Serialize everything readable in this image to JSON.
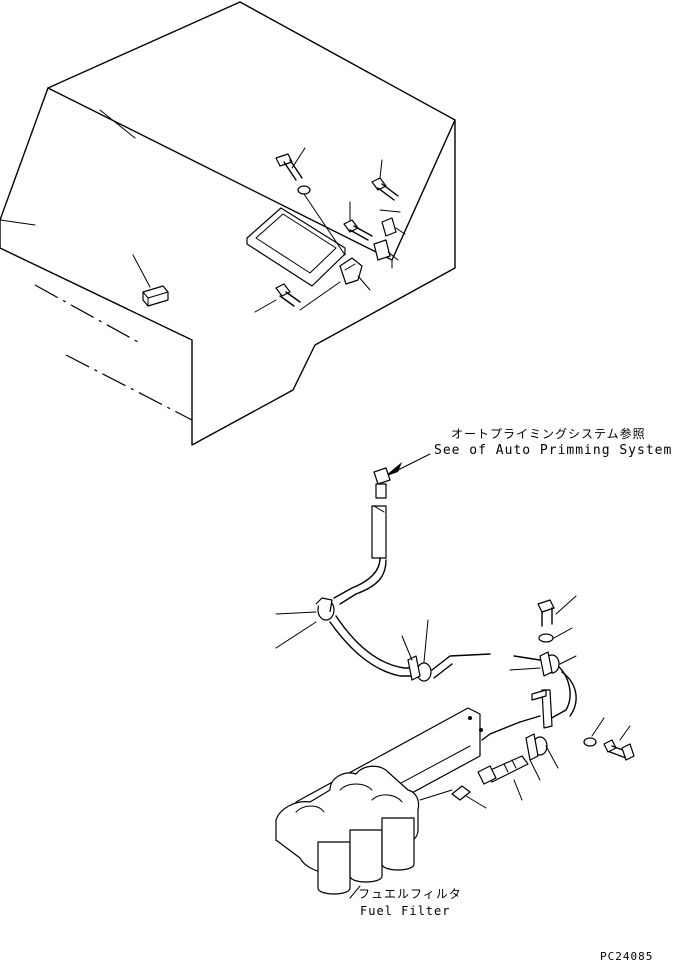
{
  "labels": {
    "auto_priming_ja": "オートプライミングシステム参照",
    "auto_priming_en": "See of Auto Primming System",
    "fuel_filter_ja": "フュエルフィルタ",
    "fuel_filter_en": "Fuel Filter",
    "drawing_number": "PC24085"
  }
}
